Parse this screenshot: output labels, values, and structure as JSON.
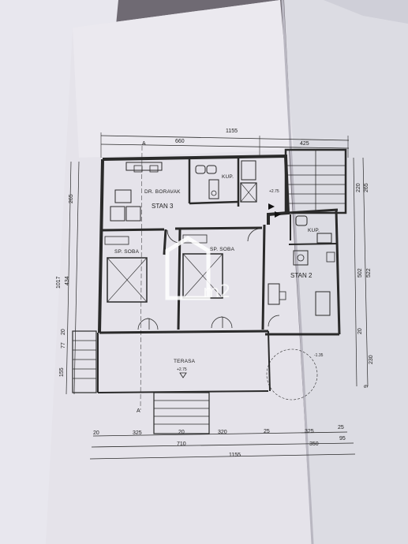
{
  "plan": {
    "dims_top": {
      "total": "1155",
      "left_part": "660",
      "right_part": "425"
    },
    "dims_left": {
      "a": "265",
      "b": "434",
      "c": "1017",
      "d": "77",
      "e": "20",
      "f": "155"
    },
    "dims_right": {
      "a": "220",
      "b": "265",
      "c": "502",
      "d": "522",
      "e": "20",
      "f": "230",
      "g": "9"
    },
    "dims_bottom": {
      "row1": [
        "20",
        "325",
        "20",
        "320",
        "25",
        "325",
        "25"
      ],
      "row2_a": "710",
      "row2_b": "350",
      "row2_c": "95",
      "row3": "1155"
    },
    "section_mark": "A",
    "rooms": {
      "living": "DR. BORAVAK",
      "apartment3": "STAN 3",
      "bath_left": "KUP.",
      "bath_right": "KUP.",
      "bedroom1": "SP. SOBA",
      "bedroom2": "SP. SOBA",
      "apartment2": "STAN 2",
      "terrace": "TERASA"
    },
    "levels": {
      "hall": "+2.75",
      "terrace": "+2.75",
      "outside": "-1.35"
    }
  },
  "watermark": "m2"
}
